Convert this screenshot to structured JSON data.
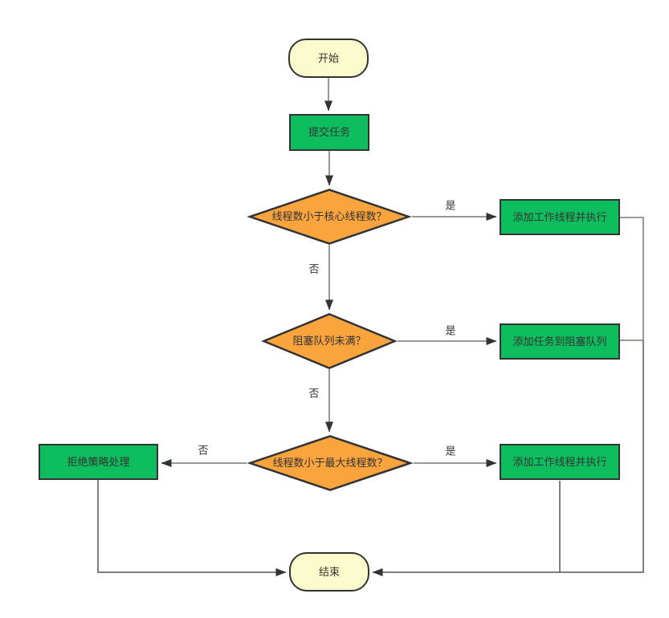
{
  "diagram": {
    "colors": {
      "background": "#FFFFFF",
      "terminator_fill": "#FBFBCB",
      "process_fill": "#0EBE5E",
      "decision_fill": "#F9A43D",
      "border": "#333333",
      "line": "#999999",
      "line_dark": "#555555",
      "arrow": "#333333",
      "text": "#333333"
    },
    "nodes": {
      "start": {
        "label": "开始",
        "type": "terminator"
      },
      "submit_task": {
        "label": "提交任务",
        "type": "process"
      },
      "decision_core": {
        "label": "线程数小于核心线程数？",
        "type": "decision"
      },
      "add_worker_top": {
        "label": "添加工作线程并执行",
        "type": "process"
      },
      "decision_queue": {
        "label": "阻塞队列未满？",
        "type": "decision"
      },
      "add_task_queue": {
        "label": "添加任务到阻塞队列",
        "type": "process"
      },
      "decision_max": {
        "label": "线程数小于最大线程数？",
        "type": "decision"
      },
      "reject_policy": {
        "label": "拒绝策略处理",
        "type": "process"
      },
      "add_worker_bottom": {
        "label": "添加工作线程并执行",
        "type": "process"
      },
      "end": {
        "label": "结束",
        "type": "terminator"
      }
    },
    "edge_labels": {
      "core_yes": "是",
      "core_no": "否",
      "queue_yes": "是",
      "queue_no": "否",
      "max_yes": "是",
      "max_no": "否"
    }
  }
}
